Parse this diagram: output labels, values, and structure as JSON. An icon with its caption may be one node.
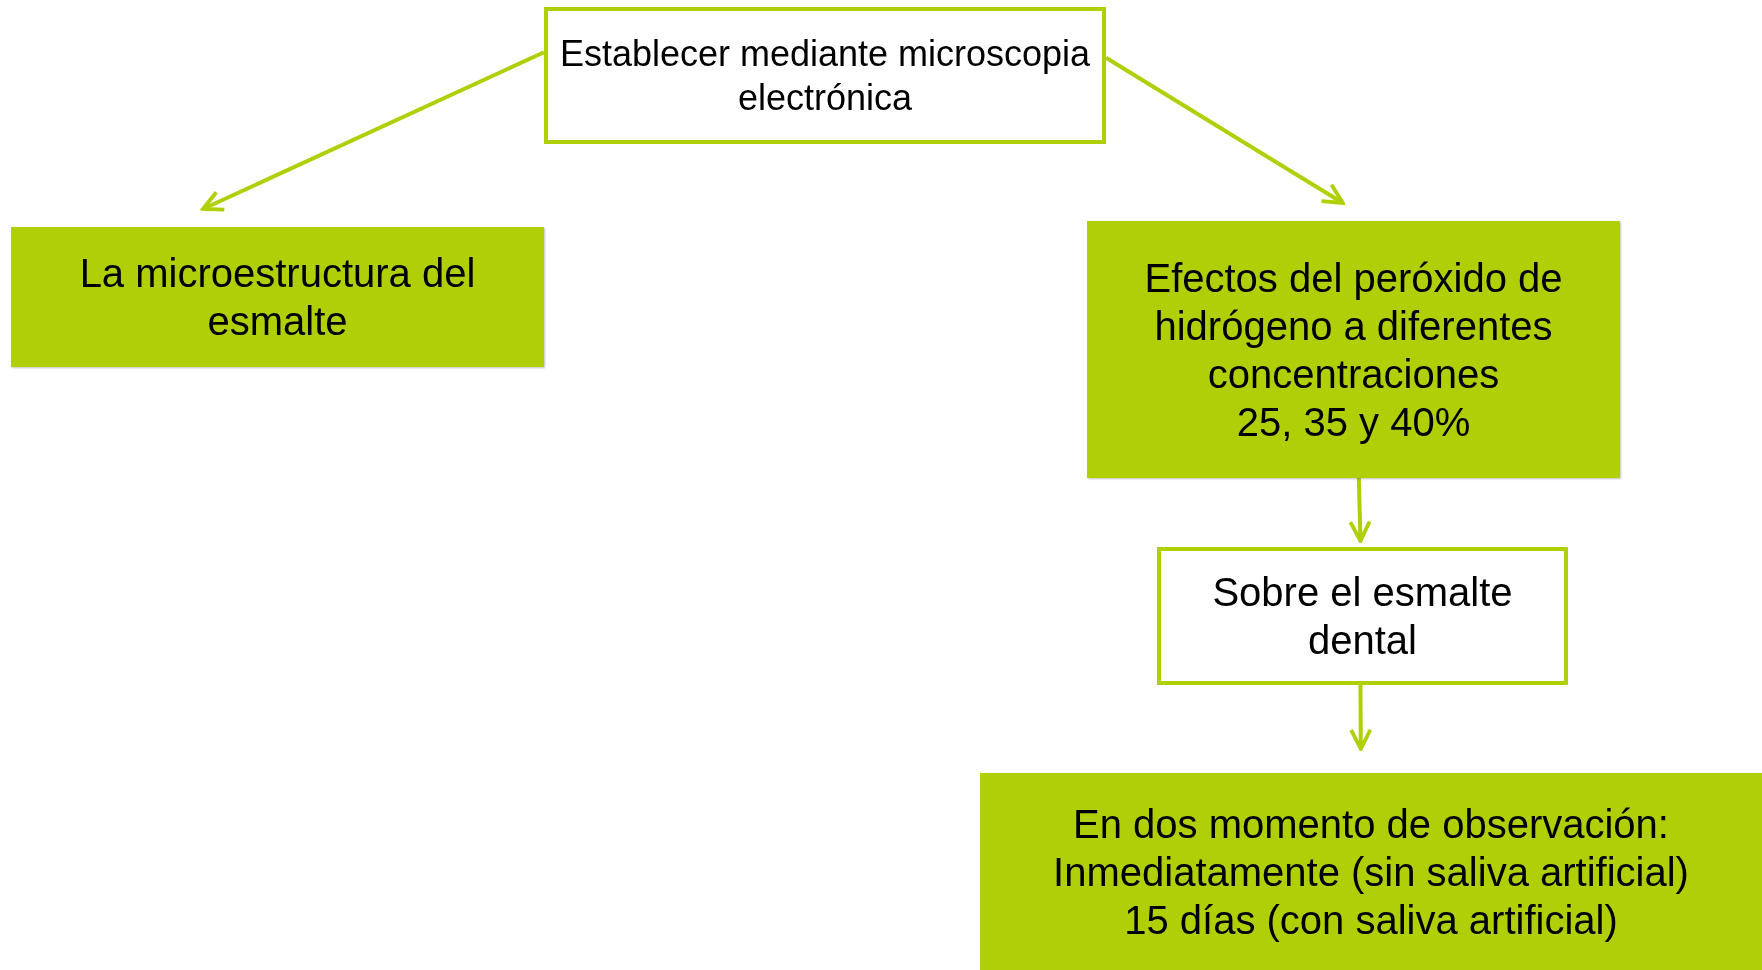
{
  "diagram": {
    "nodes": [
      {
        "text": [
          "Establecer mediante microscopia electrónica"
        ]
      },
      {
        "text": [
          "La microestructura del esmalte"
        ]
      },
      {
        "text": [
          "Efectos del peróxido de hidrógeno a diferentes concentraciones",
          "25, 35 y 40%"
        ]
      },
      {
        "text": [
          "Sobre el esmalte dental"
        ]
      },
      {
        "text": [
          "En dos momento de observación:",
          "Inmediatamente (sin saliva artificial)",
          "15 días (con saliva artificial)"
        ]
      }
    ],
    "edges": [
      {
        "from": 0,
        "to": 1,
        "arrow": "to"
      },
      {
        "from": 0,
        "to": 2,
        "arrow": "to"
      },
      {
        "from": 2,
        "to": 3,
        "arrow": "to"
      },
      {
        "from": 3,
        "to": 4,
        "arrow": "to"
      }
    ]
  }
}
